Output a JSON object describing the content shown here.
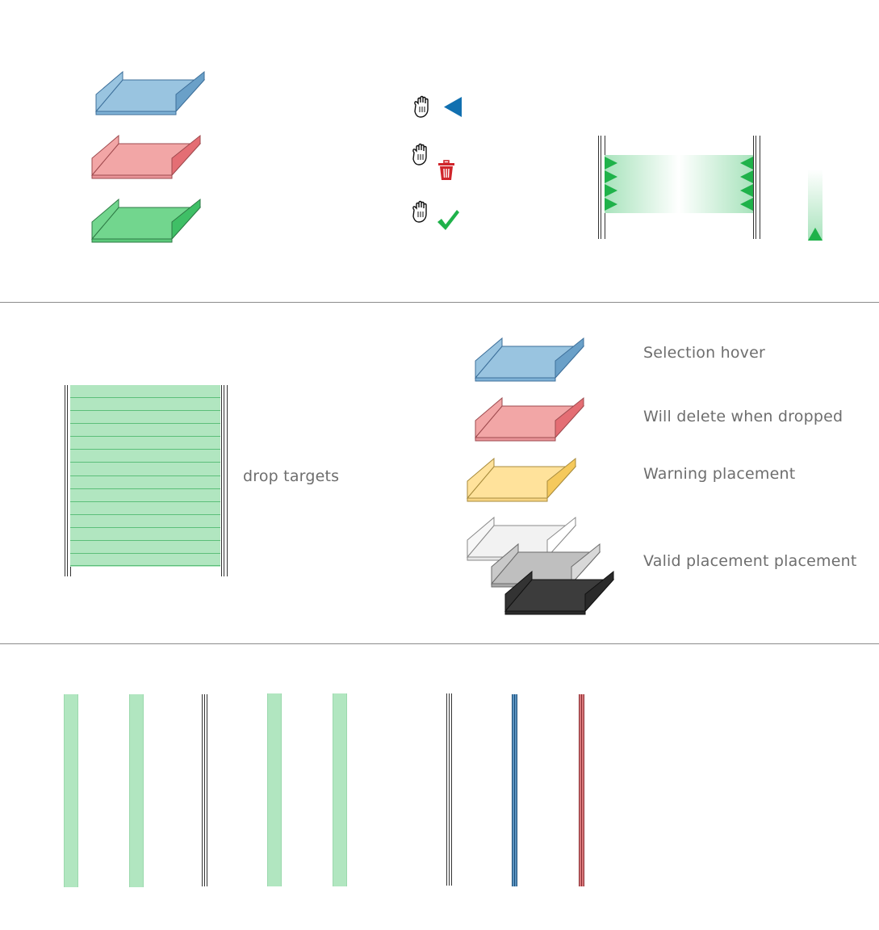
{
  "colors": {
    "blue": "#99c4e0",
    "blue_dark": "#6aa0c8",
    "blue_stroke": "#3d6f9a",
    "red": "#f2a6a6",
    "red_dark": "#e46e74",
    "red_stroke": "#9e4a4e",
    "green": "#72d68e",
    "green_dark": "#3fbf66",
    "green_stroke": "#2e7a45",
    "yellow": "#ffe29b",
    "yellow_dark": "#f5c95c",
    "yellow_stroke": "#a88b3c",
    "white": "#f2f2f2",
    "white_dark": "#ffffff",
    "white_stroke": "#8a8a8a",
    "gray": "#bfbfbf",
    "gray_dark": "#d8d8d8",
    "gray_stroke": "#6a6a6a",
    "black": "#3c3c3c",
    "black_dark": "#2a2a2a",
    "black_stroke": "#111111",
    "accent_blue": "#1170b0",
    "trash_red": "#d0252b",
    "check_green": "#1fb24a",
    "drop_green": "#b1e6c0",
    "drop_line": "#5cbf7a",
    "arrow_green": "#1fb24a",
    "rail_blue": "#5a93c0",
    "rail_red": "#d9787b"
  },
  "icons": {
    "drag_left": [
      "hand-grab-icon",
      "arrow-left-icon"
    ],
    "drag_delete": [
      "hand-grab-icon",
      "trash-icon"
    ],
    "drag_valid": [
      "hand-grab-icon",
      "checkmark-icon"
    ]
  },
  "legend": {
    "selection_hover": "Selection hover",
    "will_delete": "Will delete when dropped",
    "warning": "Warning placement",
    "valid": "Valid placement placement"
  },
  "drop_targets": {
    "label": "drop targets",
    "slot_count": 14
  }
}
